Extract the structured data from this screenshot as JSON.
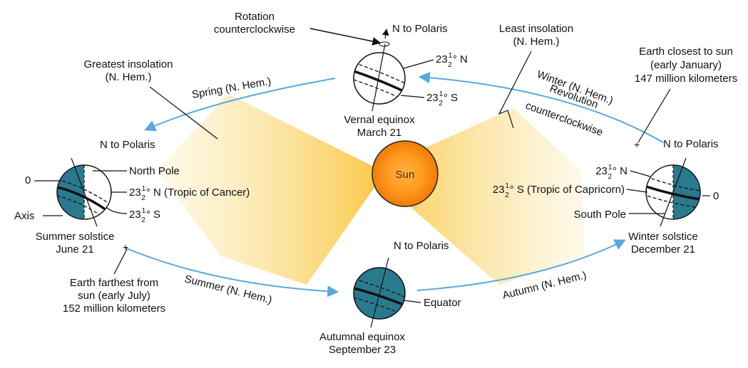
{
  "colors": {
    "orbit": "#5aa6df",
    "sunlight": "#f9c743",
    "sun_core": "#ffa726",
    "sun_edge": "#f57c00",
    "earth_dark": "#2a7a8e",
    "earth_light": "#ffffff"
  },
  "sun": {
    "label": "Sun"
  },
  "vernal": {
    "title_line1": "Vernal equinox",
    "title_line2": "March 21",
    "polaris": "N to Polaris",
    "rotation_line1": "Rotation",
    "rotation_line2": "counterclockwise",
    "lat_n": "23",
    "lat_n_suffix": "° N",
    "lat_s": "23",
    "lat_s_suffix": "° S",
    "frac_num": "1",
    "frac_den": "2"
  },
  "summer": {
    "title_line1": "Summer solstice",
    "title_line2": "June 21",
    "polaris": "N to Polaris",
    "zero": "0",
    "axis": "Axis",
    "north_pole": "North Pole",
    "lat_n": "23",
    "lat_n_suffix": "° N (Tropic of Cancer)",
    "lat_s": "23",
    "lat_s_suffix": "° S",
    "frac_num": "1",
    "frac_den": "2"
  },
  "winter": {
    "title_line1": "Winter solstice",
    "title_line2": "December 21",
    "polaris": "N to Polaris",
    "zero": "0",
    "south_pole": "South Pole",
    "lat_n": "23",
    "lat_n_suffix": "° N",
    "lat_s": "23",
    "lat_s_suffix": "° S (Tropic of Capricorn)",
    "frac_num": "1",
    "frac_den": "2"
  },
  "autumnal": {
    "title_line1": "Autumnal equinox",
    "title_line2": "September 23",
    "polaris": "N to Polaris",
    "equator": "Equator"
  },
  "annotations": {
    "greatest_line1": "Greatest insolation",
    "greatest_line2": "(N. Hem.)",
    "least_line1": "Least insolation",
    "least_line2": "(N. Hem.)",
    "closest_line1": "Earth closest to sun",
    "closest_line2": "(early January)",
    "closest_line3": "147 million kilometers",
    "farthest_line1": "Earth farthest from",
    "farthest_line2": "sun (early July)",
    "farthest_line3": "152 million kilometers"
  },
  "seasons": {
    "spring": "Spring (N. Hem.)",
    "summer": "Summer (N. Hem.)",
    "autumn": "Autumn (N. Hem.)",
    "winter_line1": "Winter (N. Hem.)",
    "winter_line2": "Revolution",
    "winter_line3": "counterclockwise"
  }
}
